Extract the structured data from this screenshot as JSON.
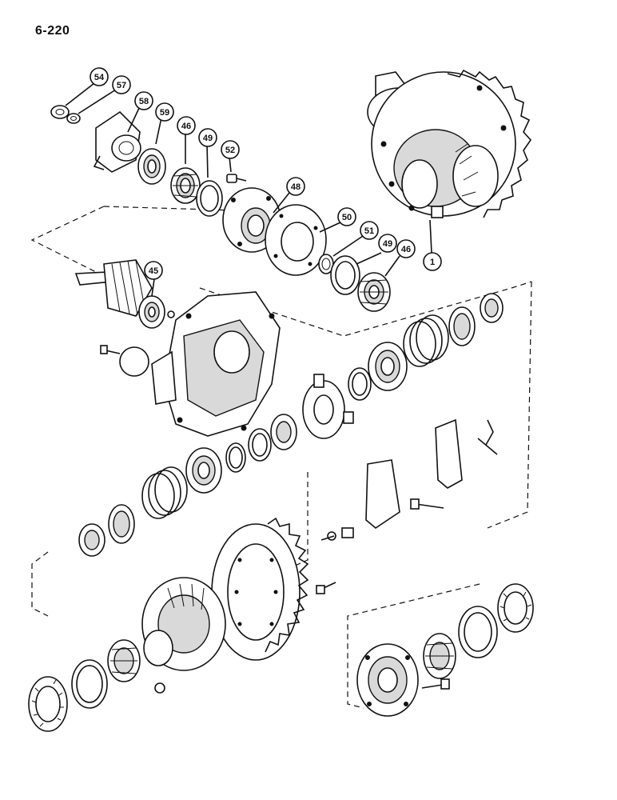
{
  "page": {
    "number": "6-220"
  },
  "callouts": [
    {
      "id": "c54",
      "label": "54"
    },
    {
      "id": "c57",
      "label": "57"
    },
    {
      "id": "c58",
      "label": "58"
    },
    {
      "id": "c59",
      "label": "59"
    },
    {
      "id": "c46a",
      "label": "46"
    },
    {
      "id": "c49a",
      "label": "49"
    },
    {
      "id": "c52",
      "label": "52"
    },
    {
      "id": "c48",
      "label": "48"
    },
    {
      "id": "c50",
      "label": "50"
    },
    {
      "id": "c51",
      "label": "51"
    },
    {
      "id": "c49b",
      "label": "49"
    },
    {
      "id": "c46b",
      "label": "46"
    },
    {
      "id": "c1",
      "label": "1"
    },
    {
      "id": "c45",
      "label": "45"
    }
  ]
}
